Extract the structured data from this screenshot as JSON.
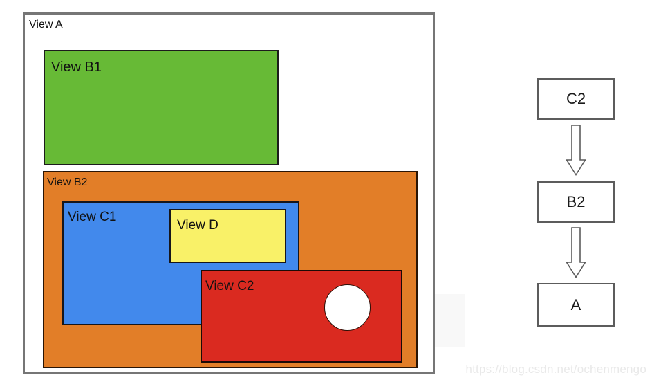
{
  "hierarchy_diagram": {
    "view_a": {
      "label": "View A",
      "fill": "#ffffff"
    },
    "view_b1": {
      "label": "View B1",
      "fill": "#67ba36"
    },
    "view_b2": {
      "label": "View B2",
      "fill": "#e27e28"
    },
    "view_c1": {
      "label": "View C1",
      "fill": "#4289ec"
    },
    "view_d": {
      "label": "View D",
      "fill": "#f9f168"
    },
    "view_c2": {
      "label": "View C2",
      "fill": "#da2a20"
    },
    "circle": {
      "fill": "#ffffff"
    }
  },
  "flowchart": {
    "nodes": [
      {
        "label": "C2"
      },
      {
        "label": "B2"
      },
      {
        "label": "A"
      }
    ],
    "arrow_direction": "down"
  },
  "watermark": {
    "text": "https://blog.csdn.net/ochenmengo",
    "color": "#e9e9e9"
  }
}
